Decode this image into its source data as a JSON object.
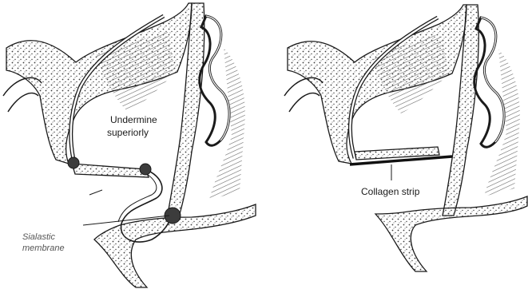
{
  "labels": {
    "undermine_line1": "Undermine",
    "undermine_line2": "superiorly",
    "membrane_line1": "Sialastic",
    "membrane_line2": "membrane",
    "collagen": "Collagen strip"
  },
  "colors": {
    "ink": "#1a1a1a",
    "stipple": "#3a3a3a",
    "hatch": "#6a6a6a",
    "marker": "#3c3c3c",
    "background": "#ffffff"
  }
}
